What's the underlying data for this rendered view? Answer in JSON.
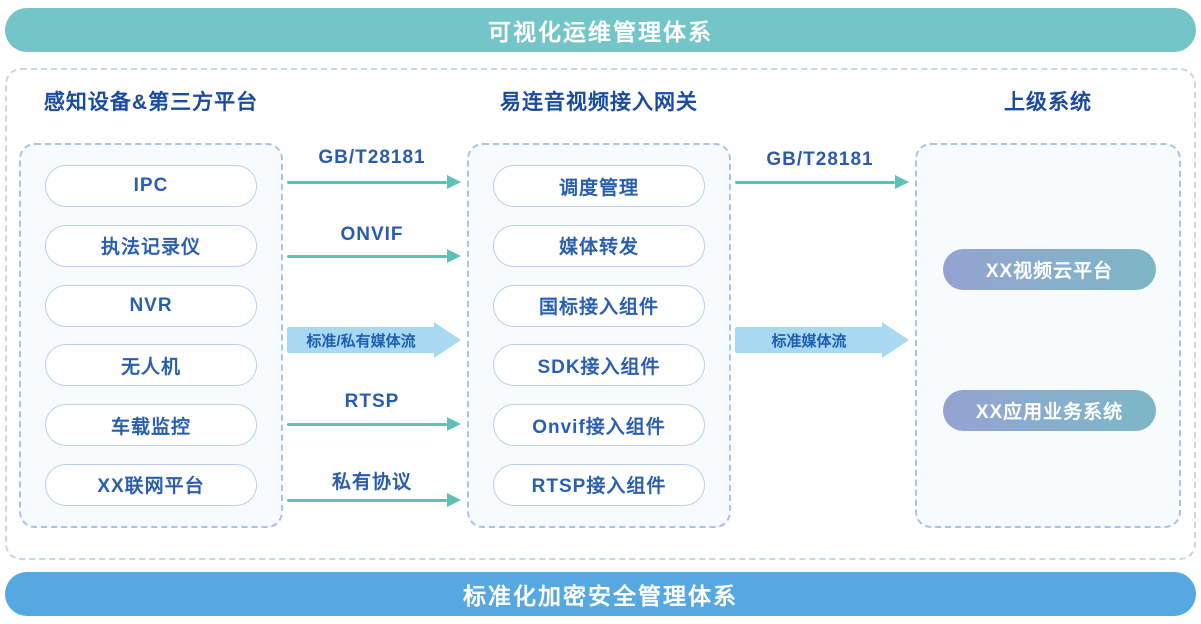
{
  "banners": {
    "top": "可视化运维管理体系",
    "bottom": "标准化加密安全管理体系"
  },
  "columns": {
    "left": {
      "title": "感知设备&第三方平台",
      "items": [
        "IPC",
        "执法记录仪",
        "NVR",
        "无人机",
        "车载监控",
        "XX联网平台"
      ]
    },
    "middle": {
      "title": "易连音视频接入网关",
      "items": [
        "调度管理",
        "媒体转发",
        "国标接入组件",
        "SDK接入组件",
        "Onvif接入组件",
        "RTSP接入组件"
      ]
    },
    "right": {
      "title": "上级系统",
      "items": [
        "XX视频云平台",
        "XX应用业务系统"
      ]
    }
  },
  "arrows": {
    "left_to_middle": [
      {
        "label": "GB/T28181",
        "type": "thin"
      },
      {
        "label": "ONVIF",
        "type": "thin"
      },
      {
        "label": "标准/私有媒体流",
        "type": "big"
      },
      {
        "label": "RTSP",
        "type": "thin"
      },
      {
        "label": "私有协议",
        "type": "thin"
      }
    ],
    "middle_to_right": [
      {
        "label": "GB/T28181",
        "type": "thin"
      },
      {
        "label": "标准媒体流",
        "type": "big"
      }
    ]
  },
  "colors": {
    "top_banner_bg": "#73c5c8",
    "bottom_banner_bg": "#56a9e0",
    "arrow_teal": "#5fc0b8",
    "big_arrow_bg": "#a9d9f2",
    "big_arrow_text": "#1d5fae",
    "header_text": "#1b4b9e",
    "pill_text": "#2a5fad",
    "pill_border": "#bccfeb",
    "dashed_box_border": "#a9c3e6",
    "outer_frame_border": "#ccd6e3",
    "gradient_pill_left": "#94a3d2",
    "gradient_pill_right": "#7db7c5"
  }
}
